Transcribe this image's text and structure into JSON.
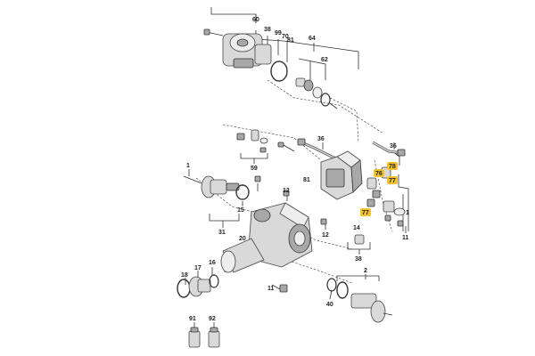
{
  "diagram": {
    "labels": {
      "l60": "60",
      "l38a": "38",
      "l99": "99",
      "l70": "70",
      "l81a": "81",
      "l64": "64",
      "l62": "62",
      "l36a": "36",
      "l36b": "36",
      "l1a": "1",
      "l1b": "1",
      "l12a": "12",
      "l12b": "12",
      "l59": "59",
      "l81b": "81",
      "l78": "78",
      "l76": "76",
      "l77a": "77",
      "l77b": "77",
      "l14": "14",
      "l11a": "11",
      "l11b": "11",
      "l31": "31",
      "l15": "15",
      "l20": "20",
      "l38b": "38",
      "l18": "18",
      "l17": "17",
      "l16": "16",
      "l2": "2",
      "l40": "40",
      "l91": "91",
      "l92": "92"
    },
    "colors": {
      "highlight": "#f2c12e",
      "line": "#333333",
      "part": "#d9d9d9"
    }
  }
}
